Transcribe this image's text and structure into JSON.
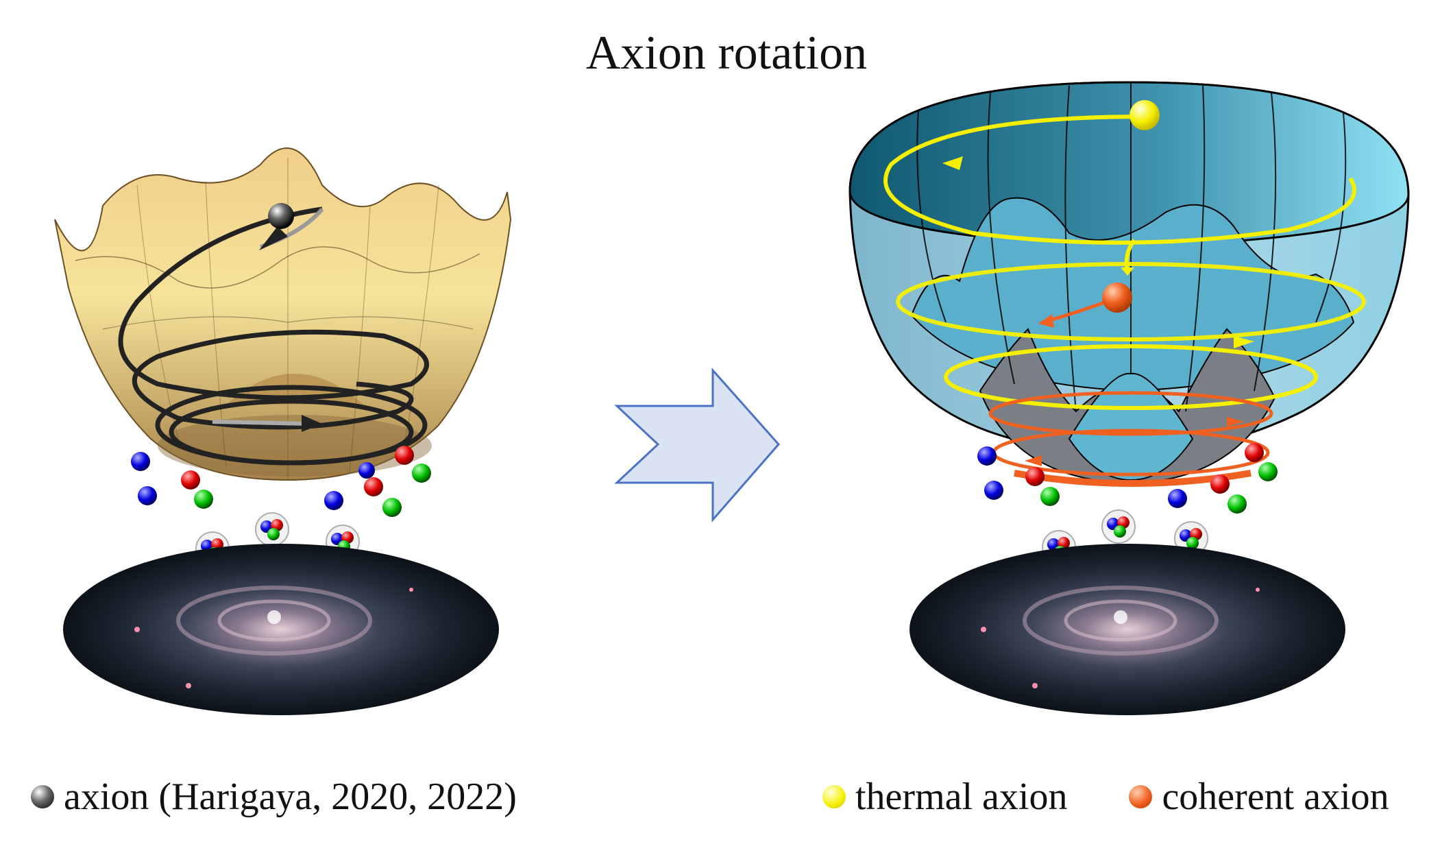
{
  "title": "Axion rotation",
  "legend_left": {
    "label": "axion (Harigaya, 2020, 2022)",
    "marker_color": "#222222"
  },
  "legend_right": [
    {
      "label": "thermal axion",
      "marker_color": "#f5f000"
    },
    {
      "label": "coherent axion",
      "marker_color": "#f06020"
    }
  ],
  "colors": {
    "potential_gold": "#e9c46a",
    "bowl_blue": "#5fb8cf",
    "thermal_path": "#f5f000",
    "coherent_path": "#f06020",
    "arrow_fill": "#d9e3f3",
    "arrow_stroke": "#4b73c4"
  }
}
